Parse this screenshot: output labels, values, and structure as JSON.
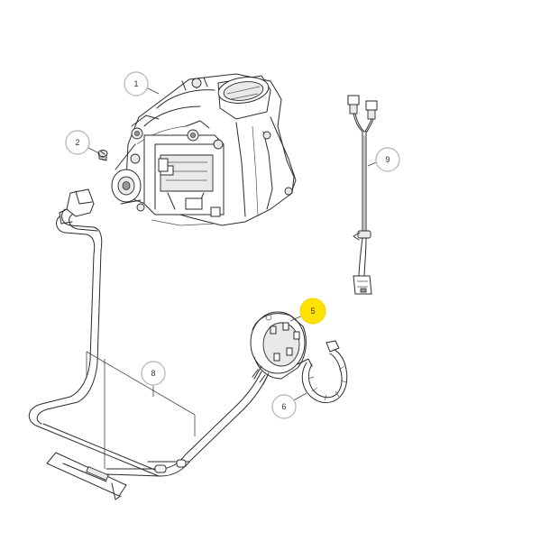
{
  "callouts": [
    {
      "id": "1",
      "label": "1",
      "part": "fan-blower-assembly",
      "highlighted": false
    },
    {
      "id": "2",
      "label": "2",
      "part": "screw",
      "highlighted": false
    },
    {
      "id": "5",
      "label": "5",
      "part": "pressure-switch",
      "highlighted": true
    },
    {
      "id": "6",
      "label": "6",
      "part": "retaining-clip",
      "highlighted": false
    },
    {
      "id": "8",
      "label": "8",
      "part": "air-tube",
      "highlighted": false
    },
    {
      "id": "9",
      "label": "9",
      "part": "wiring-harness",
      "highlighted": false
    }
  ],
  "colors": {
    "highlight": "#ffe200",
    "ring": "#bdbdbd",
    "line": "#2b2b2b"
  }
}
